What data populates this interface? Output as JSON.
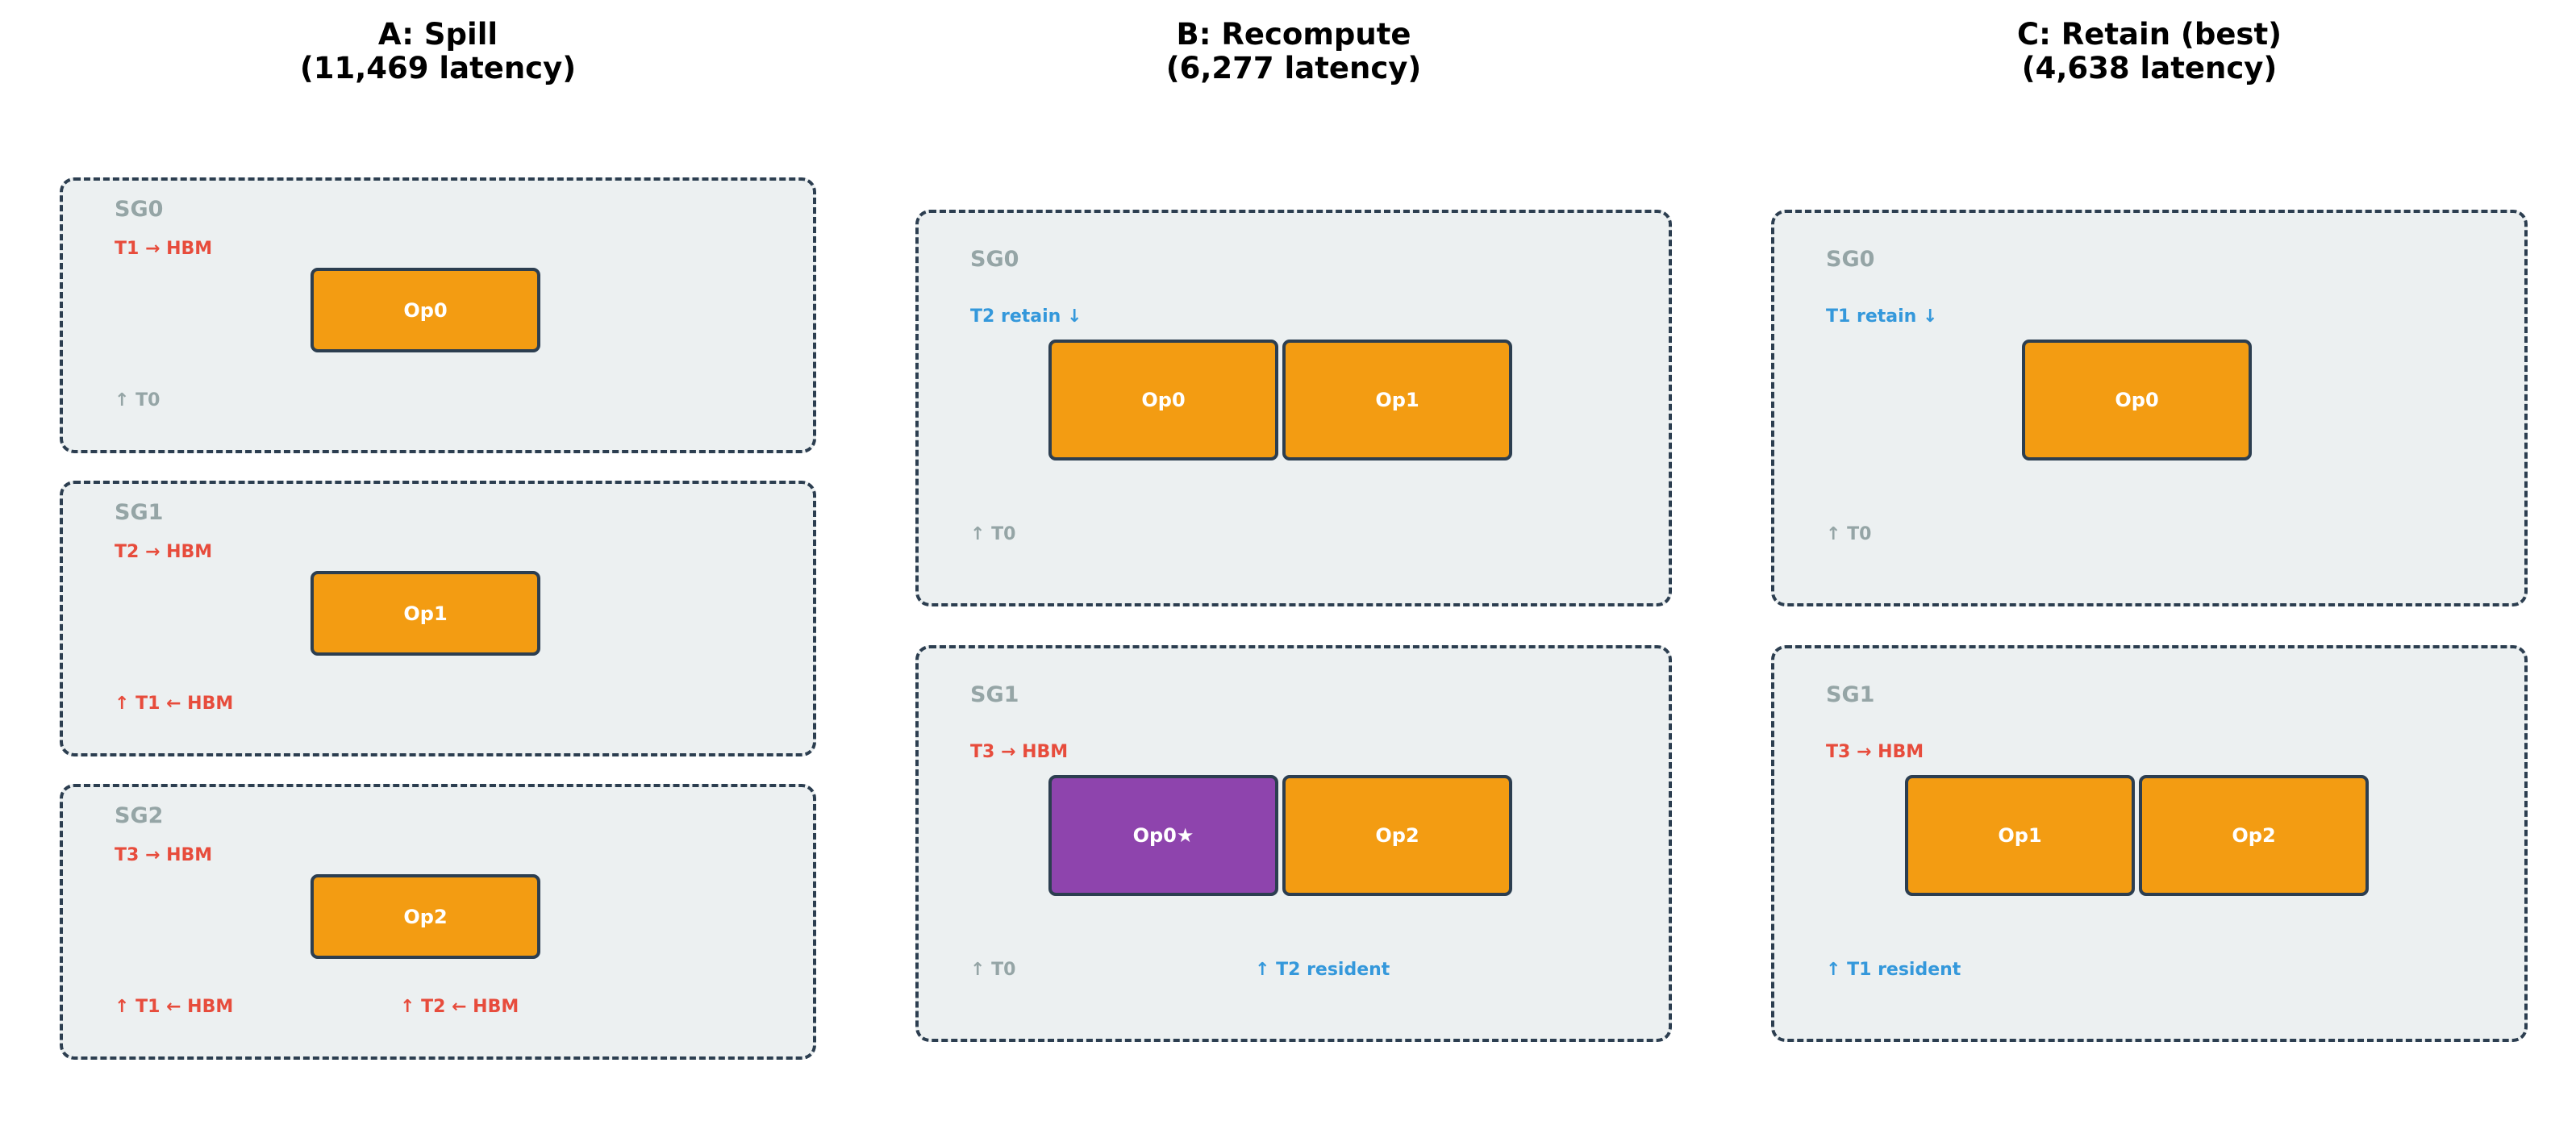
{
  "colors": {
    "group_bg": "#ecf0f1",
    "group_border": "#2c3e50",
    "op_default": "#f39c12",
    "op_recompute": "#8e44ad",
    "spill_text": "#e74c3c",
    "retain_text": "#3498db",
    "neutral_text": "#95a5a6"
  },
  "panels": [
    {
      "title_line1": "A: Spill",
      "title_line2": "(11,469 latency)",
      "groups": [
        {
          "label": "SG0",
          "top_note": {
            "text": "T1 → HBM",
            "kind": "spill"
          },
          "ops": [
            {
              "label": "Op0",
              "kind": "default"
            }
          ],
          "bottom_notes": [
            {
              "text": "↑ T0",
              "kind": "neutral"
            }
          ]
        },
        {
          "label": "SG1",
          "top_note": {
            "text": "T2 → HBM",
            "kind": "spill"
          },
          "ops": [
            {
              "label": "Op1",
              "kind": "default"
            }
          ],
          "bottom_notes": [
            {
              "text": "↑ T1 ← HBM",
              "kind": "spill"
            }
          ]
        },
        {
          "label": "SG2",
          "top_note": {
            "text": "T3 → HBM",
            "kind": "spill"
          },
          "ops": [
            {
              "label": "Op2",
              "kind": "default"
            }
          ],
          "bottom_notes": [
            {
              "text": "↑ T1 ← HBM",
              "kind": "spill"
            },
            {
              "text": "↑ T2 ← HBM",
              "kind": "spill"
            }
          ]
        }
      ]
    },
    {
      "title_line1": "B: Recompute",
      "title_line2": "(6,277 latency)",
      "groups": [
        {
          "label": "SG0",
          "top_note": {
            "text": "T2 retain ↓",
            "kind": "retain"
          },
          "ops": [
            {
              "label": "Op0",
              "kind": "default"
            },
            {
              "label": "Op1",
              "kind": "default"
            }
          ],
          "bottom_notes": [
            {
              "text": "↑ T0",
              "kind": "neutral"
            }
          ]
        },
        {
          "label": "SG1",
          "top_note": {
            "text": "T3 → HBM",
            "kind": "spill"
          },
          "ops": [
            {
              "label": "Op0★",
              "kind": "recompute"
            },
            {
              "label": "Op2",
              "kind": "default"
            }
          ],
          "bottom_notes": [
            {
              "text": "↑ T0",
              "kind": "neutral"
            },
            {
              "text": "↑ T2 resident",
              "kind": "retain"
            }
          ]
        }
      ]
    },
    {
      "title_line1": "C: Retain (best)",
      "title_line2": "(4,638 latency)",
      "groups": [
        {
          "label": "SG0",
          "top_note": {
            "text": "T1 retain ↓",
            "kind": "retain"
          },
          "ops": [
            {
              "label": "Op0",
              "kind": "default"
            }
          ],
          "bottom_notes": [
            {
              "text": "↑ T0",
              "kind": "neutral"
            }
          ]
        },
        {
          "label": "SG1",
          "top_note": {
            "text": "T3 → HBM",
            "kind": "spill"
          },
          "ops": [
            {
              "label": "Op1",
              "kind": "default"
            },
            {
              "label": "Op2",
              "kind": "default"
            }
          ],
          "bottom_notes": [
            {
              "text": "↑ T1 resident",
              "kind": "retain"
            }
          ]
        }
      ]
    }
  ]
}
